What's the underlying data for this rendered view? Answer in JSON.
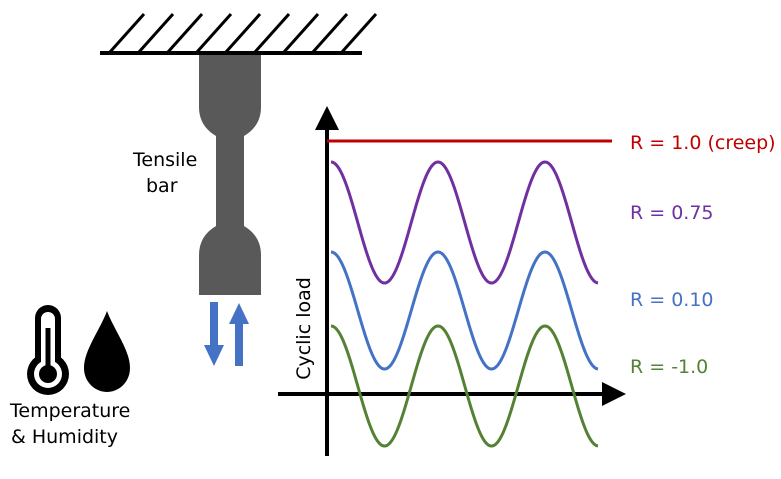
{
  "specimen": {
    "line1": "Tensile",
    "line2": "bar"
  },
  "environment": {
    "line1": "Temperature",
    "line2": "& Humidity",
    "icons": [
      "thermometer-icon",
      "droplet-icon"
    ]
  },
  "axis": {
    "ylabel": "Cyclic load"
  },
  "load_cases": [
    {
      "label": "R = 1.0 (creep)",
      "R": 1.0,
      "color": "#C00000"
    },
    {
      "label": "R =  0.75",
      "R": 0.75,
      "color": "#7030A0"
    },
    {
      "label": "R = 0.10",
      "R": 0.1,
      "color": "#4472C4"
    },
    {
      "label": "R = -1.0",
      "R": -1.0,
      "color": "#548235"
    }
  ],
  "colors": {
    "specimen": "#595959",
    "arrows": "#4472C4",
    "ink": "#000000"
  }
}
